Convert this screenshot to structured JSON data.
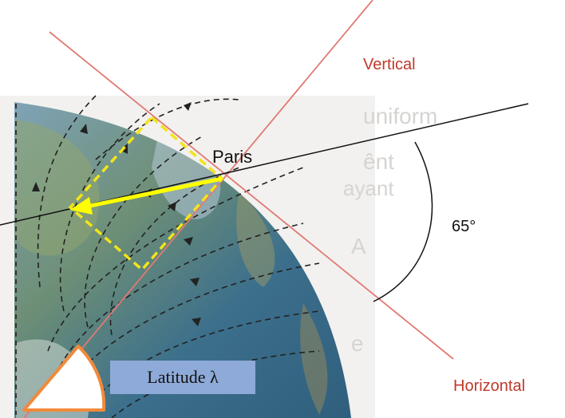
{
  "labels": {
    "vertical": "Vertical",
    "horizontal": "Horizontal",
    "paris": "Paris",
    "angle": "65°",
    "latitude": "Latitude λ"
  },
  "colors": {
    "red_lines": "#e07a73",
    "label_red": "#c0392b",
    "yellow": "#ffff00",
    "yellow_dashed": "#f2e41a",
    "orange": "#f28a3a",
    "latitude_box": "#8eaad8"
  },
  "background_text": [
    "uniform",
    "ênt",
    "ayant",
    "A",
    "e"
  ]
}
